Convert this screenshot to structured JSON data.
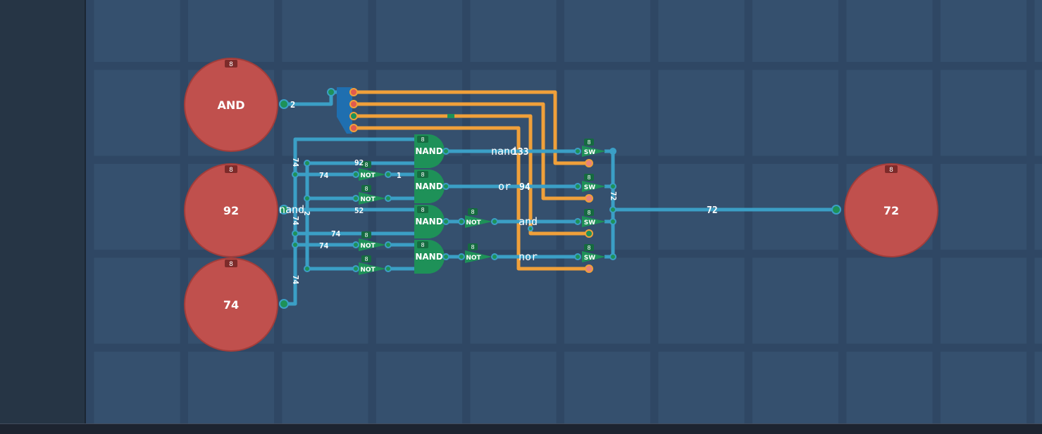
{
  "inputs": [
    {
      "label": "AND",
      "bits": "8"
    },
    {
      "label": "92",
      "bits": "8"
    },
    {
      "label": "74",
      "bits": "8"
    }
  ],
  "output": {
    "label": "72",
    "bits": "8"
  },
  "nand_gates": [
    {
      "label": "NAND",
      "bits": "8"
    },
    {
      "label": "NAND",
      "bits": "8"
    },
    {
      "label": "NAND",
      "bits": "8"
    },
    {
      "label": "NAND",
      "bits": "8"
    }
  ],
  "not_gates": [
    {
      "label": "NOT",
      "bits": "8"
    },
    {
      "label": "NOT",
      "bits": "8"
    },
    {
      "label": "NOT",
      "bits": "8"
    },
    {
      "label": "NOT",
      "bits": "8"
    },
    {
      "label": "NOT",
      "bits": "8"
    },
    {
      "label": "NOT",
      "bits": "8"
    }
  ],
  "switches": [
    {
      "label": "SW",
      "bits": "8"
    },
    {
      "label": "SW",
      "bits": "8"
    },
    {
      "label": "SW",
      "bits": "8"
    },
    {
      "label": "SW",
      "bits": "8"
    }
  ],
  "labels": {
    "nand": "nand",
    "or": "or",
    "and": "and",
    "nor": "nor",
    "nand_left": "nand"
  },
  "wire_values": {
    "selector": "2",
    "v74_top": "74",
    "v92": "92",
    "v74_row1": "74",
    "v1": "1",
    "v52": "52",
    "v74_row2": "74",
    "v74_row3": "74",
    "v74_left_bottom": "74",
    "v2": "2",
    "v74_mid": "74",
    "v133": "133",
    "v94": "94",
    "v72_vert": "72",
    "v72_out": "72"
  },
  "colors": {
    "input_node": "#c0504d",
    "wire_blue": "#3b9fc6",
    "wire_orange": "#f0a03a",
    "gate_green": "#1e9158",
    "mux_blue": "#1f6fb0"
  }
}
